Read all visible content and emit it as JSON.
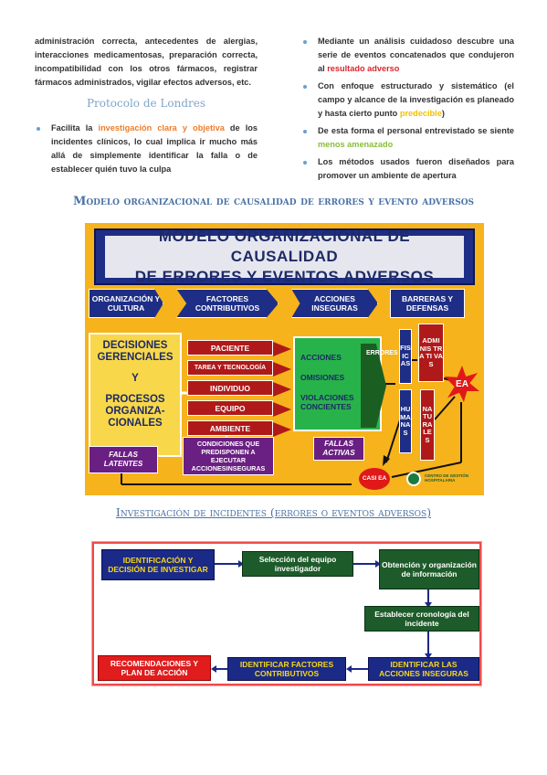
{
  "left_column": {
    "intro_text": "administración correcta, antecedentes de alergias, interacciones medicamentosas, preparación correcta, incompatibilidad con los otros fármacos, registrar fármacos administrados, vigilar efectos adversos, etc.",
    "protocol_title": "Protocolo de Londres",
    "bullet_1": {
      "before": "Facilita la ",
      "highlight": "investigación clara y objetiva",
      "after": " de los incidentes clínicos, lo cual implica ir mucho más allá de simplemente identificar la falla o de establecer quién tuvo la culpa"
    }
  },
  "right_column": {
    "bullet_1": {
      "before": "Mediante un análisis cuidadoso descubre una serie de eventos concatenados que condujeron al ",
      "highlight": "resultado adverso",
      "after": ""
    },
    "bullet_2": {
      "before": "Con enfoque estructurado y sistemático (el campo y alcance de la investigación es planeado y hasta cierto punto ",
      "highlight": "predecible",
      "after": ")"
    },
    "bullet_3": {
      "before": "De esta forma el personal entrevistado se siente ",
      "highlight": "menos amenazado",
      "after": ""
    },
    "bullet_4": {
      "before": "Los métodos usados fueron diseñados para promover un ambiente de apertura",
      "highlight": "",
      "after": ""
    }
  },
  "section_model_title": "Modelo organizacional de causalidad de errores y evento adversos",
  "model_diagram": {
    "header_line1": "MODELO ORGANIZACIONAL DE CAUSALIDAD",
    "header_line2": "DE ERRORES Y EVENTOS ADVERSOS",
    "org_label": "ORGANIZACIÓN Y CULTURA",
    "factors_label": "FACTORES CONTRIBUTIVOS",
    "acciones_label": "ACCIONES INSEGURAS",
    "barreras_label": "BARRERAS Y DEFENSAS",
    "decisiones": [
      "DECISIONES GERENCIALES",
      "Y",
      "PROCESOS ORGANIZA-CIONALES"
    ],
    "factors": [
      "PACIENTE",
      "TAREA Y TECNOLOGÍA",
      "INDIVIDUO",
      "EQUIPO",
      "AMBIENTE"
    ],
    "green_items": [
      "ACCIONES",
      "OMISIONES",
      "VIOLACIONES CONCIENTES"
    ],
    "errores": "ERRORES",
    "barrier_fisicas": "FISICAS",
    "barrier_admin": "ADMI NIS TRA TI VAS",
    "barrier_humanas": "HUMANAS",
    "barrier_naturales": "NATURALES",
    "ea": "EA",
    "condiciones": "CONDICIONES QUE PREDISPONEN A EJECUTAR ACCIONESINSEGURAS",
    "fallas_latentes": "FALLAS LATENTES",
    "fallas_activas": "FALLAS ACTIVAS",
    "casi_ea": "CASI EA",
    "logo_text": "CENTRO DE GESTIÓN HOSPITALARIA",
    "colors": {
      "background": "#f6b31b",
      "navy": "#1e2e86",
      "red": "#b01919",
      "green": "#27b34a",
      "purple": "#6a1f82"
    }
  },
  "section_invest_title": "Investigación de incidentes (errores o eventos adversos)",
  "invest_diagram": {
    "steps": [
      "IDENTIFICACIÓN Y DECISIÓN DE INVESTIGAR",
      "Selección del equipo investigador",
      "Obtención y organización de información",
      "Establecer cronología del incidente",
      "IDENTIFICAR LAS ACCIONES INSEGURAS",
      "IDENTIFICAR FACTORES CONTRIBUTIVOS",
      "RECOMENDACIONES Y PLAN DE ACCIÓN"
    ]
  }
}
